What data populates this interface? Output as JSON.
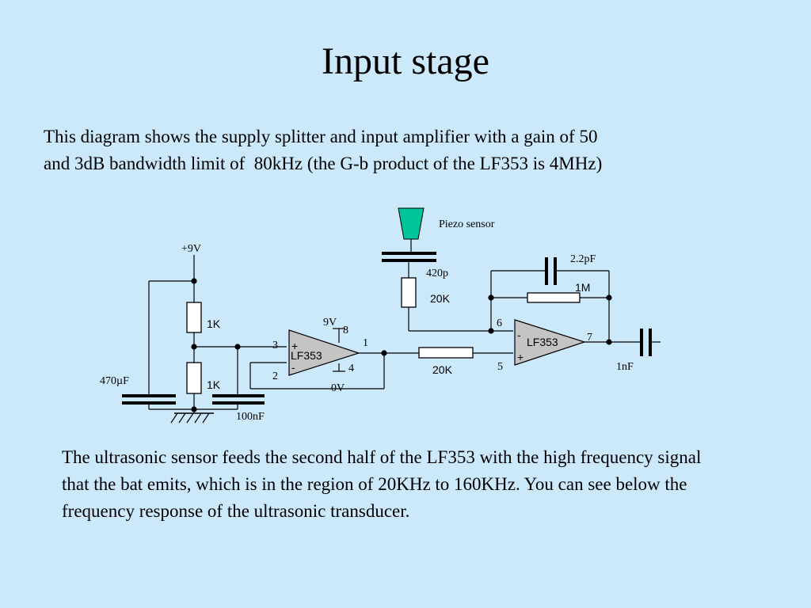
{
  "slide": {
    "title": "Input stage",
    "paragraph1_line1": "This diagram shows the supply splitter and input amplifier with a gain of 50",
    "paragraph1_line2": "and 3dB bandwidth limit of  80kHz (the G-b product of the LF353 is 4MHz)",
    "paragraph2": "The ultrasonic sensor feeds the second half of the LF353 with the high frequency signal that the bat emits, which is in the region of 20KHz to 160KHz. You can see below the frequency response of the ultrasonic transducer."
  },
  "circuit": {
    "supply_label": "+9V",
    "r_top_label": "1K",
    "r_bottom_label": "1K",
    "cap_470_label": "470µF",
    "cap_100n_label": "100nF",
    "opamp1_label": "LF353",
    "opamp1_supply_label": "9V",
    "opamp1_ground_label": "0V",
    "pin3": "3",
    "pin2": "2",
    "pin8": "8",
    "pin4": "4",
    "pin1": "1",
    "opamp1_plus": "+",
    "opamp1_minus": "-",
    "piezo_label": "Piezo sensor",
    "cap_420p_label": "420p",
    "r_20k_top_label": "20K",
    "r_20k_bottom_label": "20K",
    "cap_2p2_label": "2.2pF",
    "r_1m_label": "1M",
    "opamp2_label": "LF353",
    "opamp2_minus": "-",
    "opamp2_plus": "+",
    "pin6": "6",
    "pin5": "5",
    "pin7": "7",
    "cap_1n_label": "1nF",
    "colors": {
      "background": "#cce8fb",
      "piezo": "#00c49a",
      "opamp_fill": "#c4c4c4"
    }
  }
}
